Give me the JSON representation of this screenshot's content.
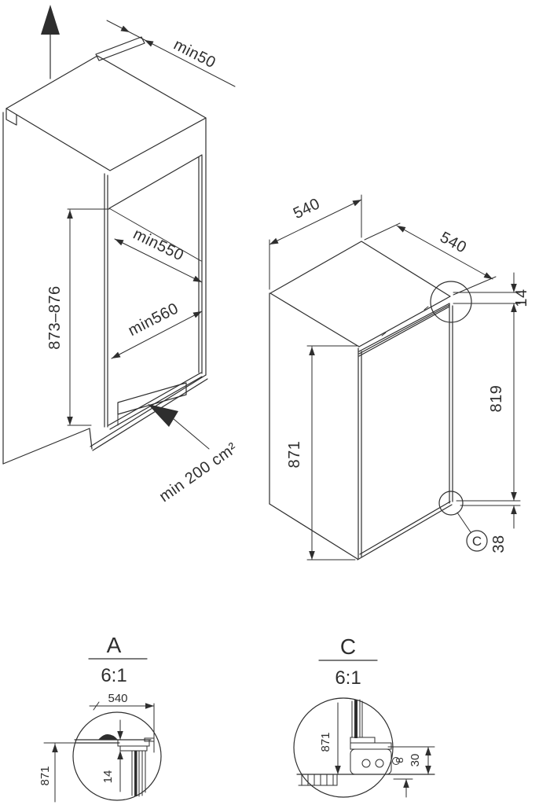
{
  "left_view": {
    "top_clearance": "min50",
    "niche_height": "873–876",
    "niche_depth": "min550",
    "niche_width": "min560",
    "vent_area": "min 200 cm²"
  },
  "right_view": {
    "depth_left": "540",
    "depth_right": "540",
    "top_gap": "14",
    "hinge_offset": "819",
    "door_height": "871",
    "bottom_gap": "38",
    "detail_c_marker": "C"
  },
  "detail_a": {
    "label": "A",
    "scale": "6:1",
    "dim_width": "540",
    "dim_height": "871",
    "dim_gap": "14"
  },
  "detail_c": {
    "label": "C",
    "scale": "6:1",
    "dim_height": "871",
    "dim_plinth": "30",
    "dim_foot": "8"
  },
  "colors": {
    "line": "#2e2e2e",
    "background": "#ffffff"
  }
}
